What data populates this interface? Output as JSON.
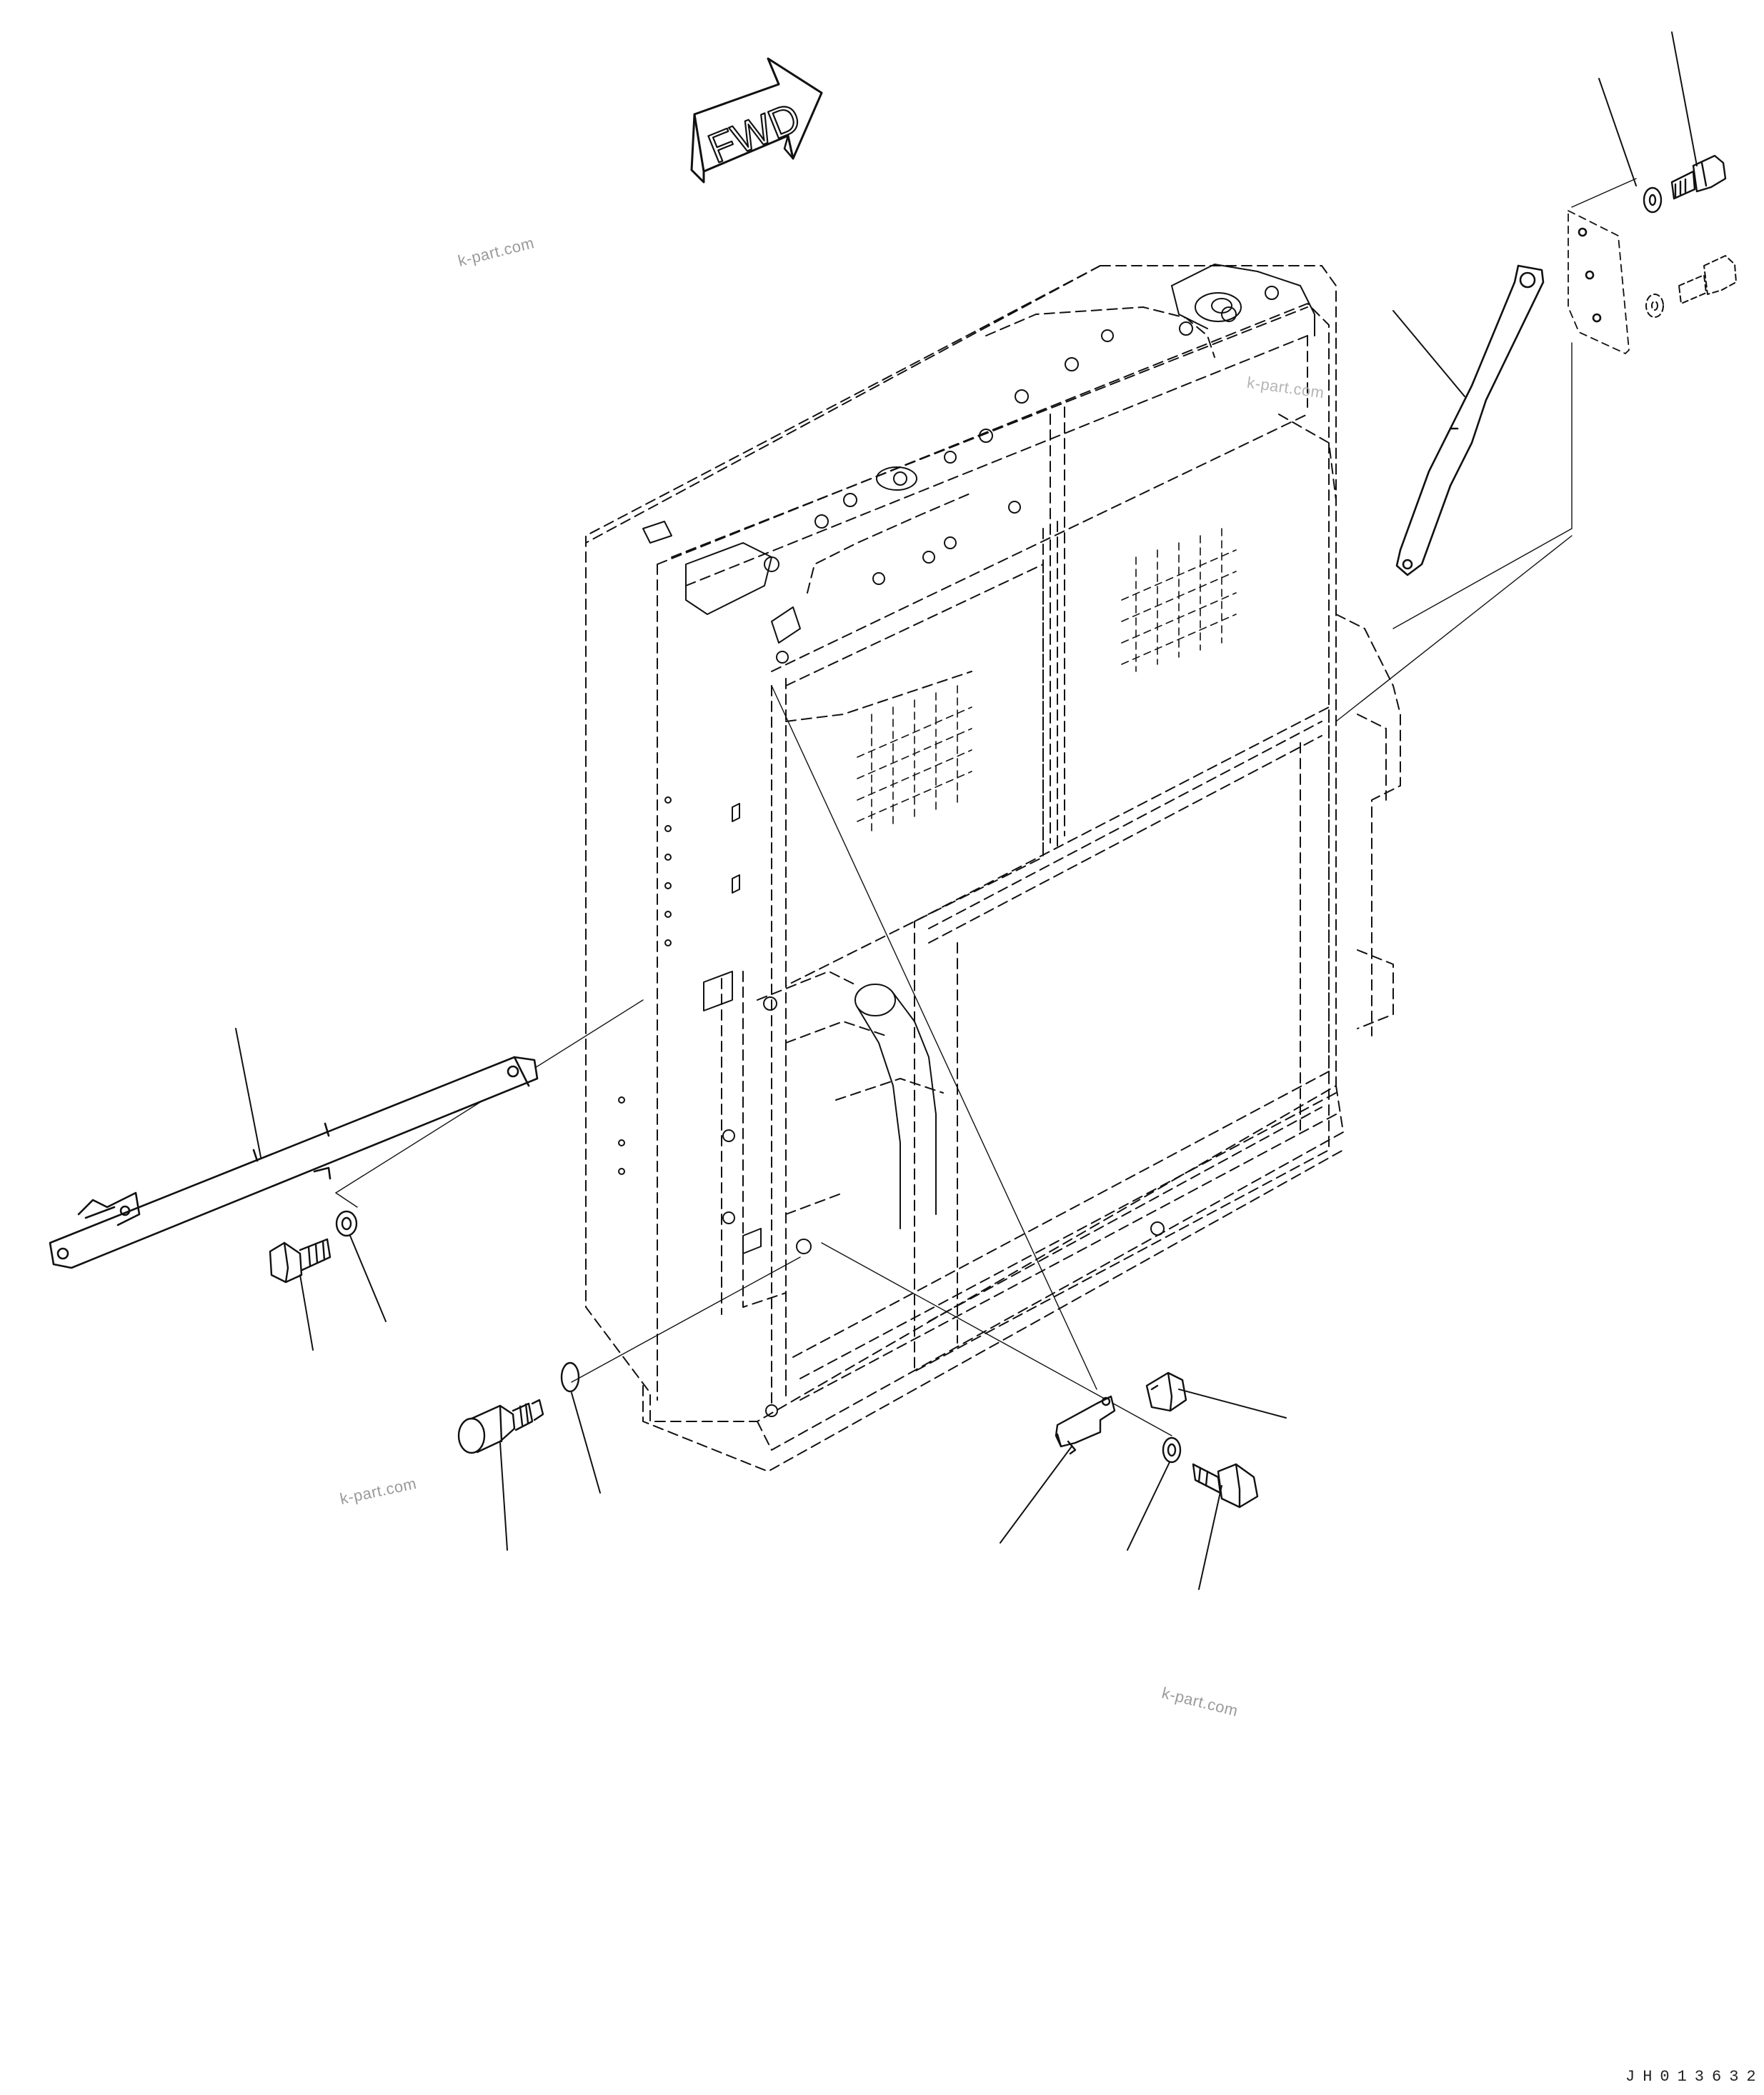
{
  "direction_arrow": {
    "label": "FWD"
  },
  "watermarks": [
    "k-part.com",
    "k-part.com",
    "k-part.com",
    "k-part.com"
  ],
  "drawing_code": "JH013632"
}
